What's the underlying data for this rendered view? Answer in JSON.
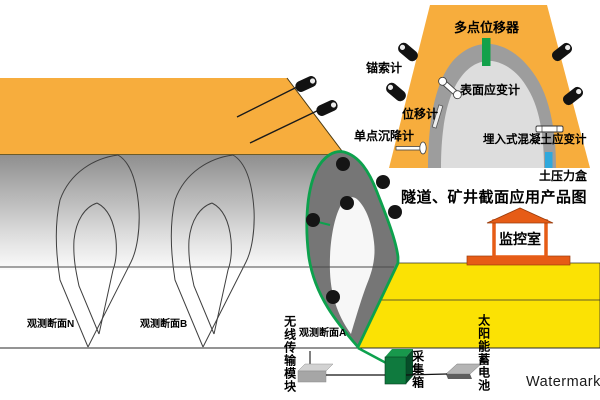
{
  "title": "隧道、矿井截面应用产品图",
  "watermark": "Watermark",
  "colors": {
    "slope_orange": "#F7AD3D",
    "ground_yellow": "#FBE204",
    "lining_green": "#0DA14D",
    "tunnel_gray": "#767676",
    "ring_gray": "#9D9D9D",
    "inner_gray": "#DDDDDD",
    "house_orange": "#E65C16",
    "sensor_green": "#12A14A",
    "pressure_cyan": "#2FA8DC",
    "box_green": "#0F7A3E"
  },
  "cross_section": {
    "labels": {
      "multi_point_extensometer": "多点位移器",
      "anchor_cable_gauge": "锚索计",
      "surface_strain_gauge": "表面应变计",
      "displacement_gauge": "位移计",
      "single_point_settlement_gauge": "单点沉降计",
      "embedded_concrete_strain_gauge": "埋入式混凝土应变计",
      "earth_pressure_cell": "土压力盒"
    }
  },
  "sections": {
    "section_n": "观测断面N",
    "section_b": "观测断面B",
    "section_a": "观测断面A"
  },
  "equipment": {
    "monitoring_room": "监控室",
    "wireless_module": "无线传输模块",
    "collection_box": "采集箱",
    "solar_battery": "太阳能蓄电池"
  }
}
